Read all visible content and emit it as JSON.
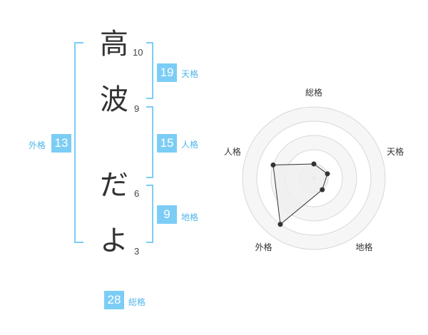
{
  "name": {
    "chars": [
      {
        "char": "高",
        "strokes": "10"
      },
      {
        "char": "波",
        "strokes": "9"
      },
      {
        "char": "だ",
        "strokes": "6"
      },
      {
        "char": "よ",
        "strokes": "3"
      }
    ]
  },
  "fortunes": {
    "tenkaku": {
      "value": "19",
      "label": "天格"
    },
    "jinkaku": {
      "value": "15",
      "label": "人格"
    },
    "chikaku": {
      "value": "9",
      "label": "地格"
    },
    "gaikaku": {
      "value": "13",
      "label": "外格"
    },
    "soukaku": {
      "value": "28",
      "label": "総格"
    }
  },
  "colors": {
    "accent": "#7ccdf5",
    "accent_text": "#4fb6ea",
    "bracket": "#7ccdf5",
    "ring_fill": "#f6f6f6",
    "ring_stroke": "#d8d8d8",
    "polygon_fill": "#eeeeee",
    "polygon_stroke": "#333333"
  },
  "chart_data": {
    "type": "radar",
    "axes": [
      "総格",
      "天格",
      "地格",
      "外格",
      "人格"
    ],
    "values": [
      1,
      1,
      1,
      4,
      3
    ],
    "rmax": 5
  }
}
